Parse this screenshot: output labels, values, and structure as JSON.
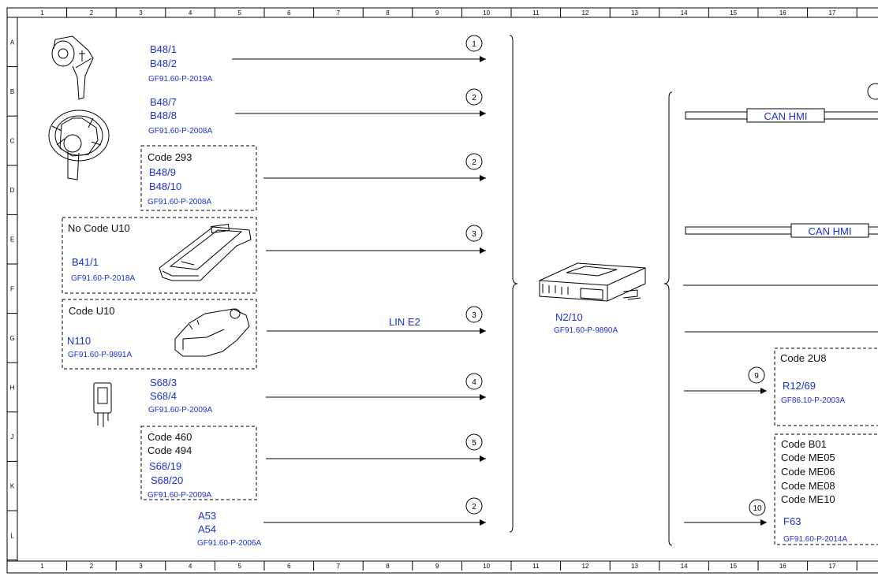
{
  "ruler": {
    "columns": [
      "1",
      "2",
      "3",
      "4",
      "5",
      "6",
      "7",
      "8",
      "9",
      "10",
      "11",
      "12",
      "13",
      "14",
      "15",
      "16",
      "17"
    ],
    "rows": [
      "A",
      "B",
      "C",
      "D",
      "E",
      "F",
      "G",
      "H",
      "J",
      "K",
      "L"
    ]
  },
  "left_components": [
    {
      "id": "b48-1-2",
      "codes": [],
      "labels": [
        "B48/1",
        "B48/2"
      ],
      "ref": "GF91.60-P-2019A",
      "circle": "1",
      "wire_label": ""
    },
    {
      "id": "b48-7-8",
      "codes": [],
      "labels": [
        "B48/7",
        "B48/8"
      ],
      "ref": "GF91.60-P-2008A",
      "circle": "2",
      "wire_label": ""
    },
    {
      "id": "b48-9-10",
      "codes": [
        "Code 293"
      ],
      "labels": [
        "B48/9",
        "B48/10"
      ],
      "ref": "GF91.60-P-2008A",
      "circle": "2",
      "wire_label": ""
    },
    {
      "id": "b41-1",
      "codes": [
        "No Code U10"
      ],
      "labels": [
        "B41/1"
      ],
      "ref": "GF91.60-P-2018A",
      "circle": "3",
      "wire_label": ""
    },
    {
      "id": "n110",
      "codes": [
        "Code U10"
      ],
      "labels": [
        "N110"
      ],
      "ref": "GF91.60-P-9891A",
      "circle": "3",
      "wire_label": "LIN E2"
    },
    {
      "id": "s68-3-4",
      "codes": [],
      "labels": [
        "S68/3",
        "S68/4"
      ],
      "ref": "GF91.60-P-2009A",
      "circle": "4",
      "wire_label": ""
    },
    {
      "id": "s68-19-20",
      "codes": [
        "Code 460",
        "Code 494"
      ],
      "labels": [
        "S68/19",
        "S68/20"
      ],
      "ref": "GF91.60-P-2009A",
      "circle": "5",
      "wire_label": ""
    },
    {
      "id": "a53-54",
      "codes": [],
      "labels": [
        "A53",
        "A54"
      ],
      "ref": "GF91.60-P-2006A",
      "circle": "2",
      "wire_label": ""
    }
  ],
  "center_module": {
    "label": "N2/10",
    "ref": "GF91.60-P-9890A"
  },
  "right": {
    "can_labels": [
      "CAN HMI",
      "CAN HMI"
    ],
    "r12_box": {
      "codes": [
        "Code 2U8"
      ],
      "label": "R12/69",
      "ref": "GF86.10-P-2003A",
      "circle": "9"
    },
    "f63_box": {
      "codes": [
        "Code B01",
        "Code ME05",
        "Code ME06",
        "Code ME08",
        "Code ME10"
      ],
      "label": "F63",
      "ref": "GF91.60-P-2014A",
      "circle": "10"
    }
  },
  "colors": {
    "label_blue": "#1a2fd6",
    "line": "#000000"
  }
}
